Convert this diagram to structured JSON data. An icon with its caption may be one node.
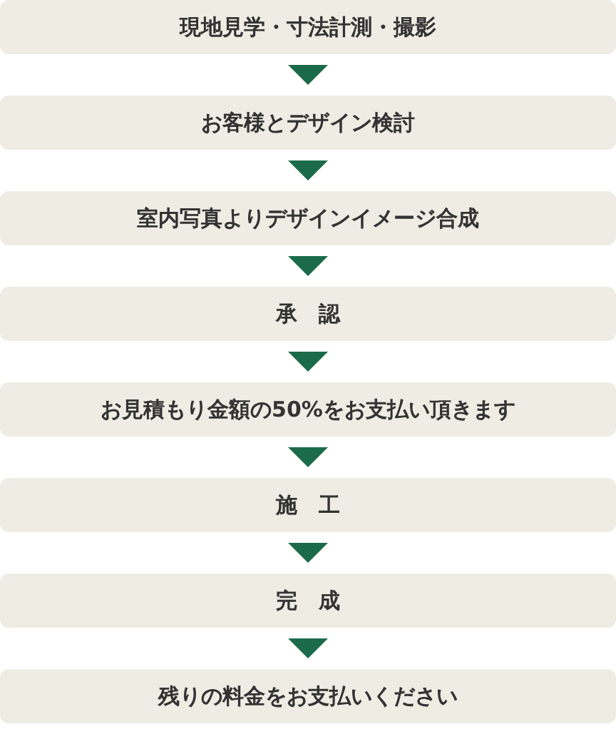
{
  "diagram": {
    "nodes": [
      {
        "text": [
          "現地見学・寸法計測・撮影"
        ]
      },
      {
        "text": [
          "お客様とデザイン検討"
        ]
      },
      {
        "text": [
          "室内写真よりデザインイメージ合成"
        ]
      },
      {
        "text": [
          "承　認"
        ]
      },
      {
        "text": [
          "お見積もり金額の50%をお支払い頂きます"
        ]
      },
      {
        "text": [
          "施　工"
        ]
      },
      {
        "text": [
          "完　成"
        ]
      },
      {
        "text": [
          "残りの料金をお支払いください"
        ]
      }
    ],
    "edges": [
      {
        "from": 0,
        "to": 1,
        "arrow": "to"
      },
      {
        "from": 1,
        "to": 2,
        "arrow": "to"
      },
      {
        "from": 2,
        "to": 3,
        "arrow": "to"
      },
      {
        "from": 3,
        "to": 4,
        "arrow": "to"
      },
      {
        "from": 4,
        "to": 5,
        "arrow": "to"
      },
      {
        "from": 5,
        "to": 6,
        "arrow": "to"
      },
      {
        "from": 6,
        "to": 7,
        "arrow": "to"
      }
    ]
  }
}
